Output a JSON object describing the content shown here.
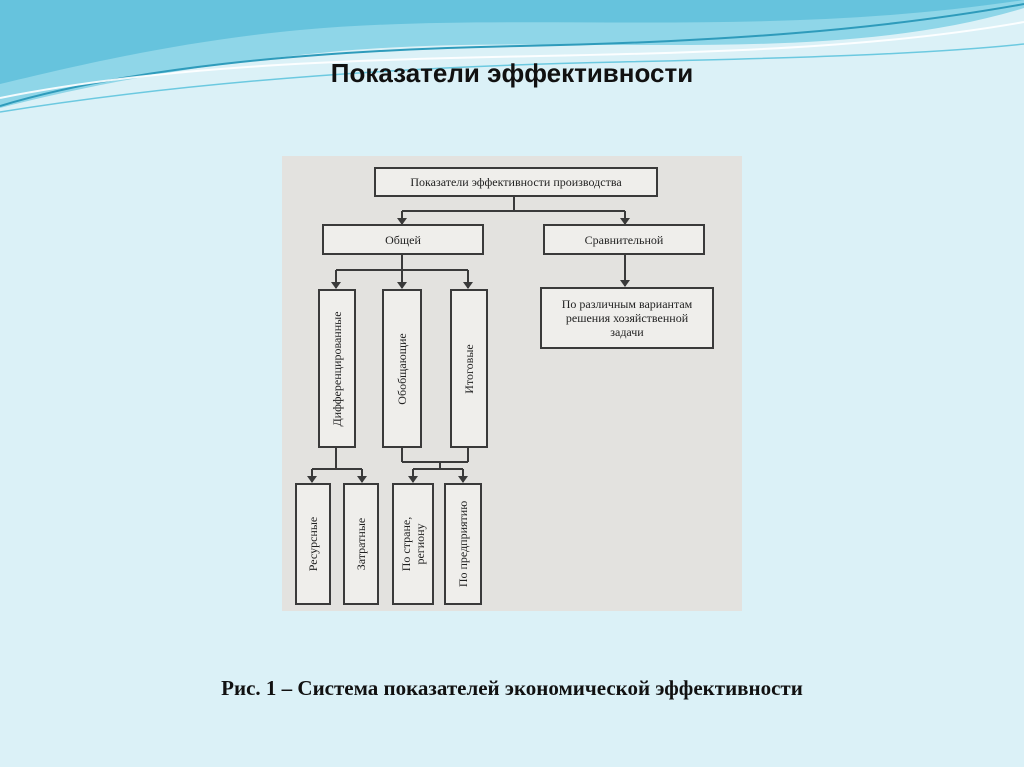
{
  "slide": {
    "title": "Показатели эффективности",
    "caption": "Рис. 1 – Система показателей экономической эффективности"
  },
  "diagram": {
    "root": "Показатели эффективности производства",
    "general": "Общей",
    "comparative": "Сравнительной",
    "comparative_detail_1": "По различным вариантам",
    "comparative_detail_2": "решения хозяйственной",
    "comparative_detail_3": "задачи",
    "differentiated": "Дифференцированные",
    "generalizing": "Обобщающие",
    "final": "Итоговые",
    "resource": "Ресурсные",
    "cost": "Затратные",
    "by_country_1": "По стране,",
    "by_country_2": "региону",
    "by_enterprise": "По предприятию"
  },
  "colors": {
    "background": "#dbf1f7",
    "wave_dark": "#3aa7c4",
    "wave_light": "#8fd6e8"
  }
}
